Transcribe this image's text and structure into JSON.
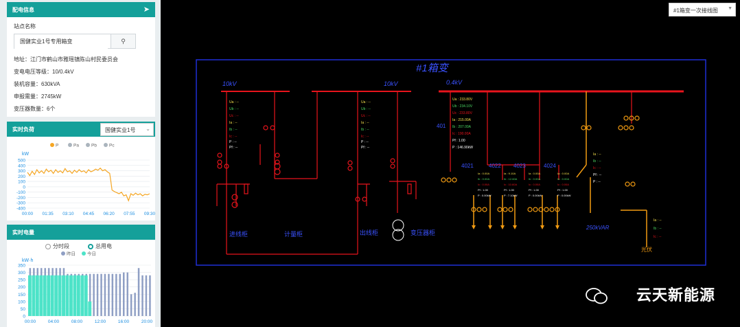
{
  "station_panel": {
    "title": "配电信息",
    "station_name_label": "站点名称",
    "station_name_value": "国健实业1号专用箱变",
    "address": "地址：江门市鹤山市雅瑶镇陈山村民委员会",
    "voltage_level": "变电电压等级：10/0.4kV",
    "installed_capacity": "装机容量：630kVA",
    "reported_demand": "申报需量：2745kW",
    "transformer_count": "变压器数量：6个"
  },
  "load_panel": {
    "title": "实时负荷",
    "station_select": "国健实业1号",
    "unit": "kW",
    "legend": [
      "P",
      "Pa",
      "Pb",
      "Pc"
    ]
  },
  "energy_panel": {
    "title": "实时电量",
    "mode_options": [
      "分时段",
      "总用电"
    ],
    "selected_mode": "总用电",
    "unit": "kW·h",
    "legend": [
      "昨日",
      "今日"
    ]
  },
  "chart_data": [
    {
      "type": "line",
      "title": "",
      "ylabel": "kW",
      "ylim": [
        -400,
        500
      ],
      "yticks": [
        500,
        400,
        300,
        200,
        100,
        0,
        -100,
        -200,
        -300,
        -400
      ],
      "xticks": [
        "00:00",
        "01:35",
        "03:10",
        "04:45",
        "06:20",
        "07:55",
        "09:30"
      ],
      "x_range": [
        0,
        10.4
      ],
      "legend_position": "top",
      "series": [
        {
          "name": "P",
          "color": "#f5a623",
          "points": [
            [
              0,
              270
            ],
            [
              0.2,
              210
            ],
            [
              0.4,
              290
            ],
            [
              0.6,
              230
            ],
            [
              0.8,
              320
            ],
            [
              1.0,
              260
            ],
            [
              1.2,
              300
            ],
            [
              1.4,
              250
            ],
            [
              1.6,
              330
            ],
            [
              1.8,
              280
            ],
            [
              2.0,
              310
            ],
            [
              2.2,
              250
            ],
            [
              2.4,
              320
            ],
            [
              2.6,
              270
            ],
            [
              2.8,
              300
            ],
            [
              3.0,
              260
            ],
            [
              3.2,
              340
            ],
            [
              3.4,
              280
            ],
            [
              3.6,
              300
            ],
            [
              3.8,
              250
            ],
            [
              4.0,
              310
            ],
            [
              4.2,
              270
            ],
            [
              4.4,
              320
            ],
            [
              4.6,
              280
            ],
            [
              4.8,
              300
            ],
            [
              5.0,
              260
            ],
            [
              5.2,
              320
            ],
            [
              5.4,
              280
            ],
            [
              5.6,
              300
            ],
            [
              5.8,
              330
            ],
            [
              6.0,
              310
            ],
            [
              6.2,
              350
            ],
            [
              6.4,
              300
            ],
            [
              6.6,
              320
            ],
            [
              6.8,
              280
            ],
            [
              7.0,
              250
            ],
            [
              7.1,
              100
            ],
            [
              7.2,
              -60
            ],
            [
              7.4,
              -90
            ],
            [
              7.6,
              -110
            ],
            [
              7.8,
              -130
            ],
            [
              8.0,
              -100
            ],
            [
              8.2,
              -170
            ],
            [
              8.4,
              -150
            ],
            [
              8.6,
              -260
            ],
            [
              8.8,
              -130
            ],
            [
              9.0,
              -160
            ],
            [
              9.2,
              -120
            ],
            [
              9.4,
              -150
            ],
            [
              9.6,
              -130
            ],
            [
              9.8,
              -170
            ],
            [
              10.0,
              -140
            ],
            [
              10.2,
              -150
            ],
            [
              10.4,
              -130
            ]
          ]
        },
        {
          "name": "Pa",
          "color": "#aab4bd",
          "points": []
        },
        {
          "name": "Pb",
          "color": "#aab4bd",
          "points": []
        },
        {
          "name": "Pc",
          "color": "#aab4bd",
          "points": []
        }
      ]
    },
    {
      "type": "bar",
      "title": "",
      "ylabel": "kW·h",
      "ylim": [
        0,
        350
      ],
      "yticks": [
        350,
        300,
        250,
        200,
        150,
        100,
        50,
        0
      ],
      "xticks": [
        "00:00",
        "04:00",
        "08:00",
        "12:00",
        "16:00",
        "20:00"
      ],
      "categories_count": 24,
      "legend_position": "top",
      "series": [
        {
          "name": "昨日",
          "color": "#8f9fc4",
          "values": [
            330,
            330,
            330,
            330,
            330,
            330,
            330,
            330,
            330,
            330,
            290,
            290,
            290,
            290,
            290,
            290,
            290,
            290,
            290,
            290,
            290,
            290,
            290,
            290,
            290,
            300,
            300,
            150,
            160,
            330,
            280,
            280,
            280
          ]
        },
        {
          "name": "今日",
          "color": "#4de3c8",
          "values": [
            280,
            280,
            280,
            280,
            280,
            280,
            280,
            280,
            280,
            280,
            280,
            280,
            280,
            280,
            280,
            280,
            100
          ]
        }
      ]
    }
  ],
  "diagram": {
    "select_label": "#1箱变一次接线图",
    "title": "#1箱变",
    "bus_labels": [
      "10kV",
      "10kV",
      "0.4kV"
    ],
    "cabinet_labels": [
      "进线柜",
      "计量柜",
      "出线柜",
      "变压器柜"
    ],
    "capacitor_label": "250kVAR",
    "pv_label": "光伏",
    "breaker_labels": [
      "401",
      "4021",
      "4022",
      "4023",
      "4024"
    ],
    "meter_lines": [
      "Ua : --",
      "Ub : --",
      "Uc : --",
      "Ia : --",
      "Ib : --",
      "Ic : --",
      "P : --",
      "Pf : --"
    ],
    "main_meter": [
      "Ua : 233.80V",
      "Ub : 234.10V",
      "Uc : 233.80V",
      "Ia : 215.00A",
      "Ib : 207.00A",
      "Ic : 190.00A",
      "Pf : 1.00",
      "P : 146.90kW"
    ],
    "feeder_meters": [
      [
        "Ia : 0.00A",
        "Ib : 0.00A",
        "Ic : 0.00A",
        "Pf : 1.00",
        "P : 0.00kW"
      ],
      [
        "Ia : 9.10A",
        "Ib : 12.60A",
        "Ic : 10.60A",
        "Pf : 1.00",
        "P : 7.10kW"
      ],
      [
        "Ia : 0.00A",
        "Ib : 0.00A",
        "Ic : 0.00A",
        "Pf : 1.00",
        "P : 0.00kW"
      ],
      [
        "Ia : 0.00A",
        "Ib : 0.00A",
        "Ic : 0.00A",
        "Pf : 1.00",
        "P : 0.00kW"
      ]
    ]
  },
  "watermark": "云天新能源",
  "colors": {
    "accent": "#14a09a",
    "bus": "#e8141c",
    "frame": "#1f2fd6",
    "lv_line": "#f39c12",
    "title_blue": "#3a52ff"
  }
}
